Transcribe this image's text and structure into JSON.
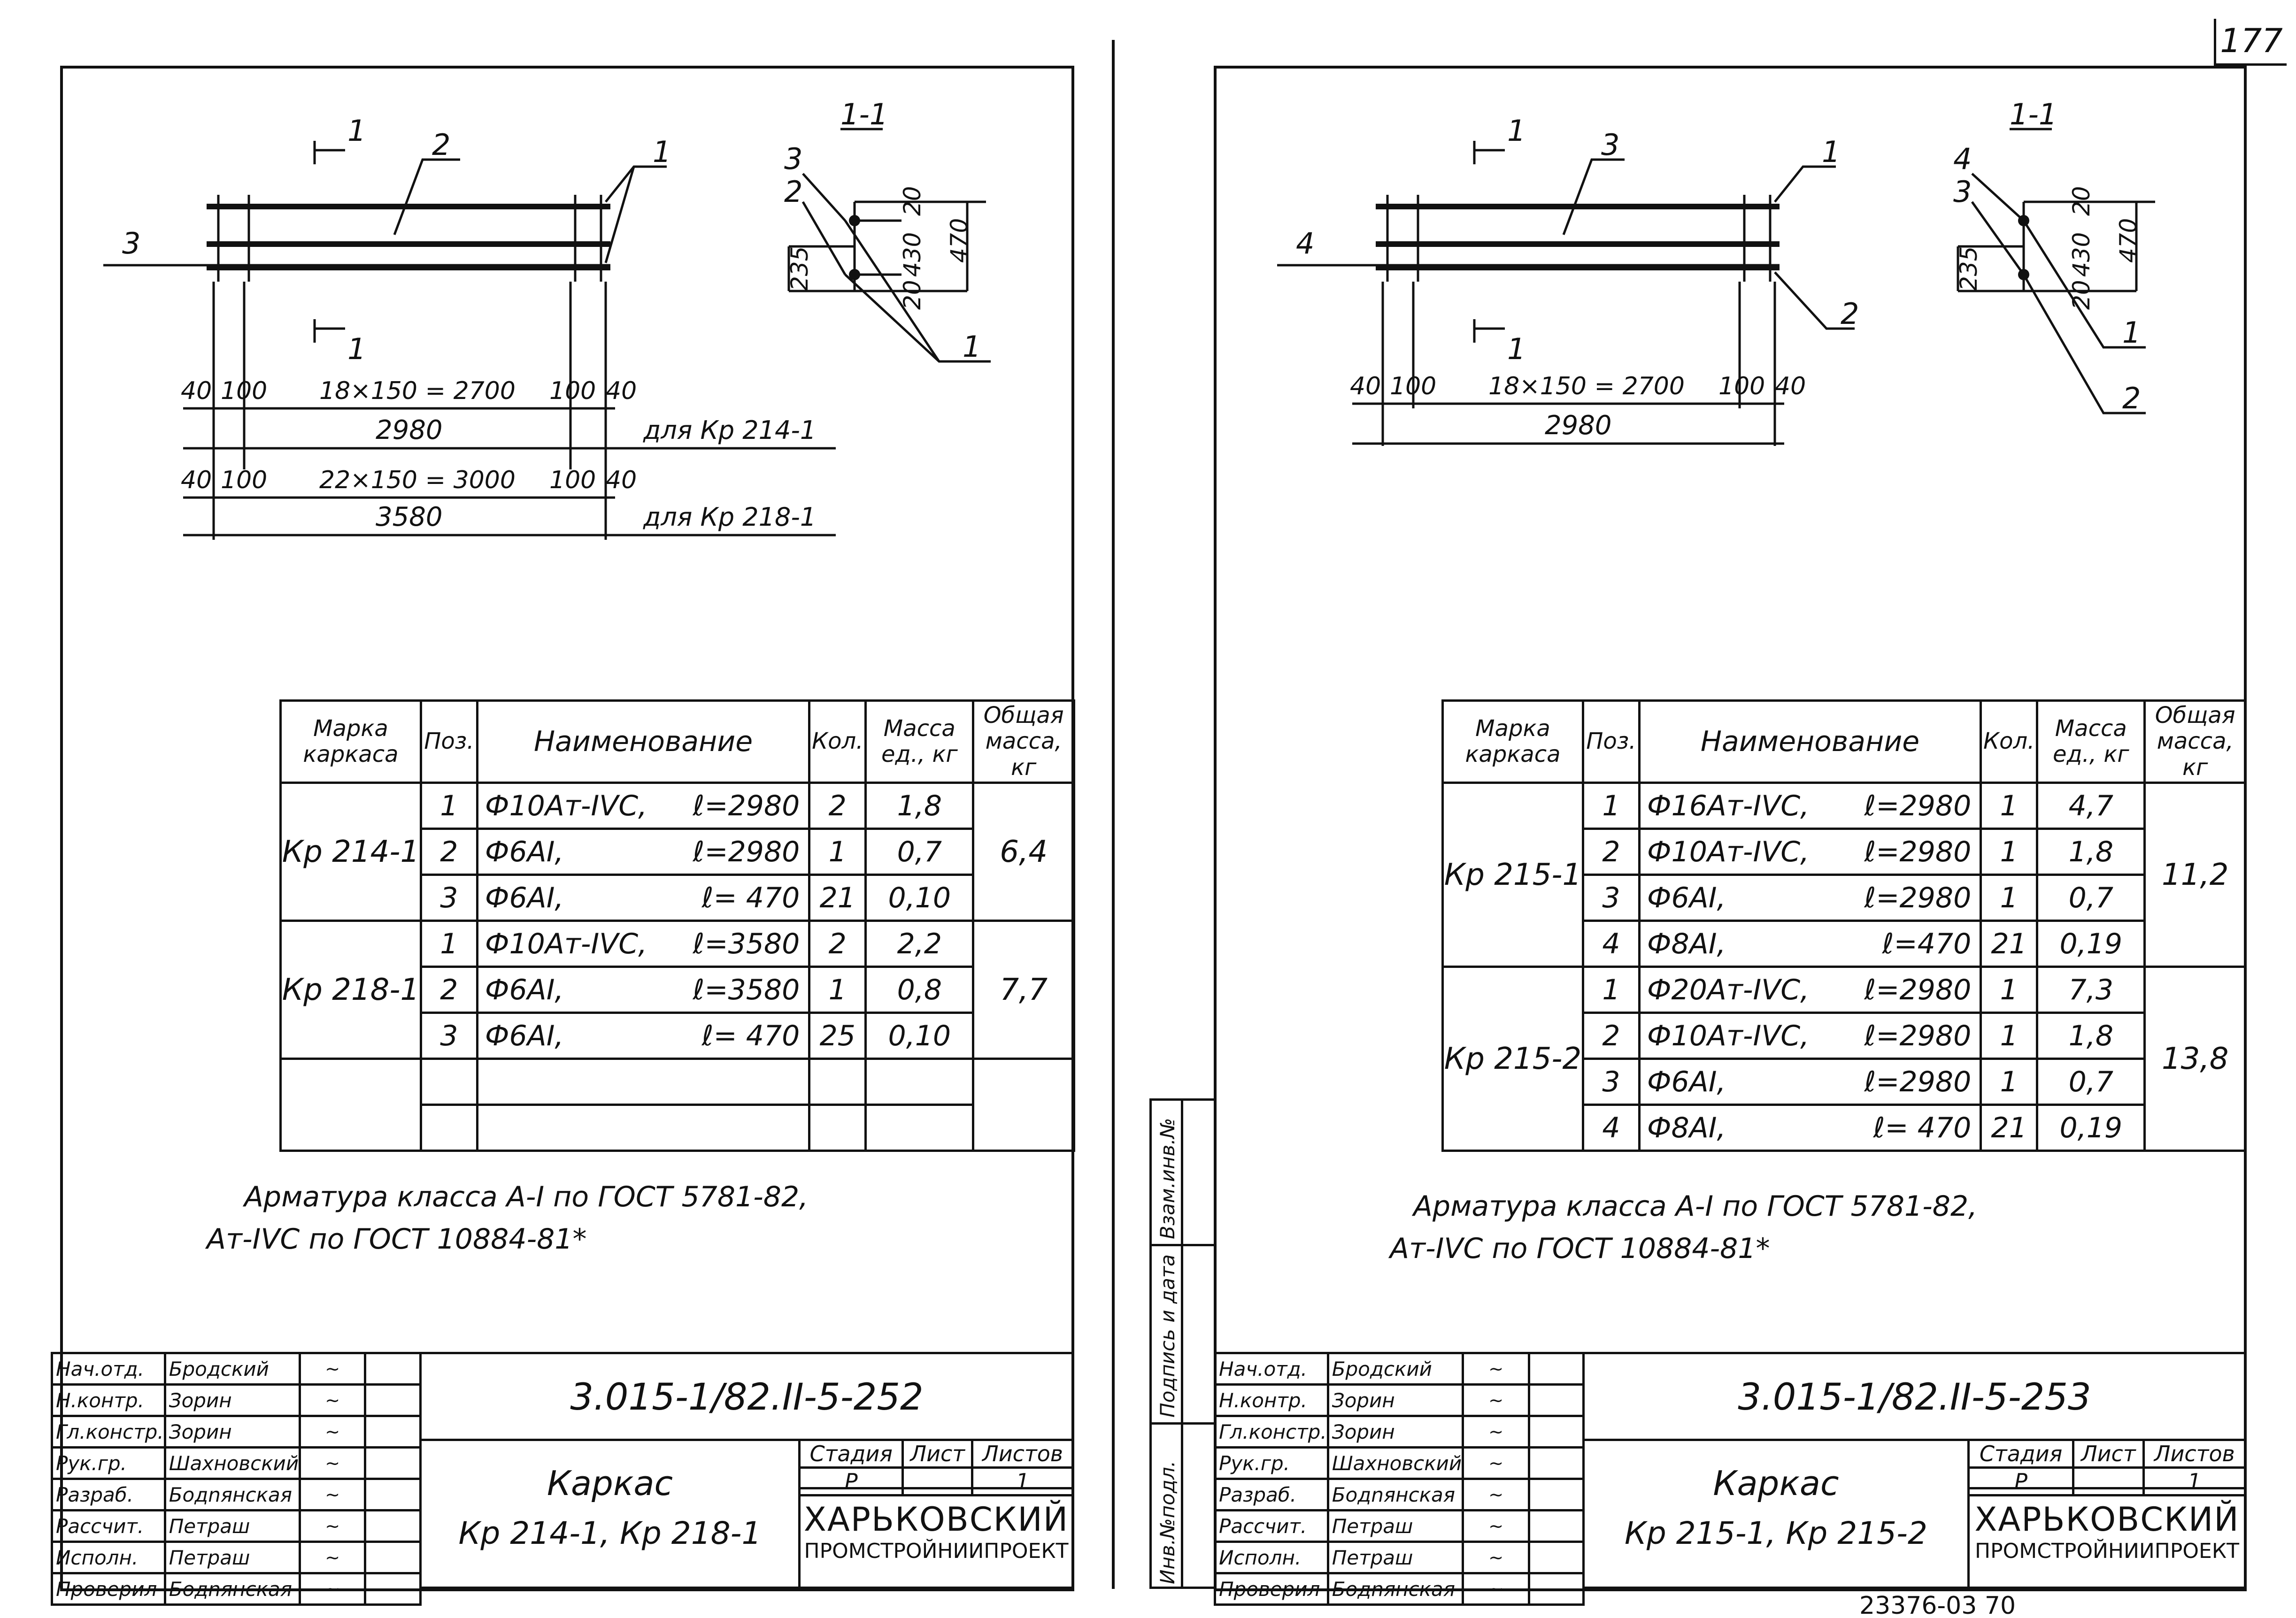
{
  "page_number": "177",
  "bottom_number": "23376-03  70",
  "side_labels": {
    "vzam": "Взам.инв.№",
    "podpis": "Подпись и дата",
    "inv": "Инв.№подл."
  },
  "sheets": [
    {
      "drawing": {
        "section_label_top": "1",
        "section_label_bottom": "1",
        "section_title": "1-1",
        "callouts": {
          "a": "2",
          "b": "1",
          "c": "3"
        },
        "section_callouts": {
          "a": "3",
          "b": "2",
          "c": "1"
        },
        "section_dims": {
          "a": "20",
          "b": "430",
          "c": "20",
          "d": "470",
          "e": "235"
        },
        "dim_row1": {
          "a": "40",
          "b": "100",
          "c": "18×150 = 2700",
          "d": "100",
          "e": "40"
        },
        "dim_row1_total": "2980",
        "dim_row1_note": "для Кр 214-1",
        "dim_row2": {
          "a": "40",
          "b": "100",
          "c": "22×150 = 3000",
          "d": "100",
          "e": "40"
        },
        "dim_row2_total": "3580",
        "dim_row2_note": "для Кр 218-1"
      },
      "table": {
        "headers": {
          "mark": "Марка каркаса",
          "pos": "Поз.",
          "name": "Наименование",
          "qty": "Кол.",
          "unit_mass": "Масса ед., кг",
          "total_mass": "Общая масса, кг"
        },
        "groups": [
          {
            "mark": "Кр 214-1",
            "total": "6,4",
            "rows": [
              {
                "pos": "1",
                "name": "Ф10Ат-IVС,",
                "len": "ℓ=2980",
                "qty": "2",
                "mass": "1,8"
              },
              {
                "pos": "2",
                "name": "Ф6АI,",
                "len": "ℓ=2980",
                "qty": "1",
                "mass": "0,7"
              },
              {
                "pos": "3",
                "name": "Ф6АI,",
                "len": "ℓ= 470",
                "qty": "21",
                "mass": "0,10"
              }
            ]
          },
          {
            "mark": "Кр 218-1",
            "total": "7,7",
            "rows": [
              {
                "pos": "1",
                "name": "Ф10Ат-IVС,",
                "len": "ℓ=3580",
                "qty": "2",
                "mass": "2,2"
              },
              {
                "pos": "2",
                "name": "Ф6АI,",
                "len": "ℓ=3580",
                "qty": "1",
                "mass": "0,8"
              },
              {
                "pos": "3",
                "name": "Ф6АI,",
                "len": "ℓ= 470",
                "qty": "25",
                "mass": "0,10"
              }
            ]
          }
        ]
      },
      "notes": [
        "Арматура класса А-I по ГОСТ 5781-82,",
        "Ат-IVС по ГОСТ 10884-81*"
      ],
      "stamp": {
        "roles": [
          {
            "role": "Нач.отд.",
            "name": "Бродский",
            "sig": "~"
          },
          {
            "role": "Н.контр.",
            "name": "Зорин",
            "sig": "~"
          },
          {
            "role": "Гл.констр.",
            "name": "Зорин",
            "sig": "~"
          },
          {
            "role": "Рук.гр.",
            "name": "Шахновский",
            "sig": "~"
          },
          {
            "role": "Разраб.",
            "name": "Бодnянская",
            "sig": "~"
          },
          {
            "role": "Рассчит.",
            "name": "Петраш",
            "sig": "~"
          },
          {
            "role": "Исполн.",
            "name": "Петраш",
            "sig": "~"
          },
          {
            "role": "Проверил",
            "name": "Бодnянская",
            "sig": "~"
          }
        ],
        "code": "3.015-1/82.II-5-252",
        "title": "Каркас",
        "subtitle": "Кр 214-1, Кр 218-1",
        "stage_label": "Стадия",
        "sheet_label": "Лист",
        "sheets_label": "Листов",
        "stage": "Р",
        "sheet": "",
        "sheets_count": "1",
        "org_line1": "ХАРЬКОВСКИЙ",
        "org_line2": "ПРОМСТРОЙНИИПРОЕКТ"
      }
    },
    {
      "drawing": {
        "section_label_top": "1",
        "section_label_bottom": "1",
        "section_title": "1-1",
        "callouts": {
          "a": "3",
          "b": "1",
          "c": "4",
          "d": "2"
        },
        "section_callouts": {
          "a": "4",
          "b": "3",
          "c": "1",
          "d": "2"
        },
        "section_dims": {
          "a": "20",
          "b": "430",
          "c": "20",
          "d": "470",
          "e": "235"
        },
        "dim_row1": {
          "a": "40",
          "b": "100",
          "c": "18×150 = 2700",
          "d": "100",
          "e": "40"
        },
        "dim_row1_total": "2980"
      },
      "table": {
        "headers": {
          "mark": "Марка каркаса",
          "pos": "Поз.",
          "name": "Наименование",
          "qty": "Кол.",
          "unit_mass": "Масса ед., кг",
          "total_mass": "Общая масса, кг"
        },
        "groups": [
          {
            "mark": "Кр 215-1",
            "total": "11,2",
            "rows": [
              {
                "pos": "1",
                "name": "Ф16Ат-IVС,",
                "len": "ℓ=2980",
                "qty": "1",
                "mass": "4,7"
              },
              {
                "pos": "2",
                "name": "Ф10Ат-IVС,",
                "len": "ℓ=2980",
                "qty": "1",
                "mass": "1,8"
              },
              {
                "pos": "3",
                "name": "Ф6АI,",
                "len": "ℓ=2980",
                "qty": "1",
                "mass": "0,7"
              },
              {
                "pos": "4",
                "name": "Ф8АI,",
                "len": "ℓ=470",
                "qty": "21",
                "mass": "0,19"
              }
            ]
          },
          {
            "mark": "Кр 215-2",
            "total": "13,8",
            "rows": [
              {
                "pos": "1",
                "name": "Ф20Ат-IVС,",
                "len": "ℓ=2980",
                "qty": "1",
                "mass": "7,3"
              },
              {
                "pos": "2",
                "name": "Ф10Ат-IVС,",
                "len": "ℓ=2980",
                "qty": "1",
                "mass": "1,8"
              },
              {
                "pos": "3",
                "name": "Ф6АI,",
                "len": "ℓ=2980",
                "qty": "1",
                "mass": "0,7"
              },
              {
                "pos": "4",
                "name": "Ф8АI,",
                "len": "ℓ= 470",
                "qty": "21",
                "mass": "0,19"
              }
            ]
          }
        ]
      },
      "notes": [
        "Арматура класса А-I по ГОСТ 5781-82,",
        "Ат-IVС по ГОСТ 10884-81*"
      ],
      "stamp": {
        "roles": [
          {
            "role": "Нач.отд.",
            "name": "Бродский",
            "sig": "~"
          },
          {
            "role": "Н.контр.",
            "name": "Зорин",
            "sig": "~"
          },
          {
            "role": "Гл.констр.",
            "name": "Зорин",
            "sig": "~"
          },
          {
            "role": "Рук.гр.",
            "name": "Шахновский",
            "sig": "~"
          },
          {
            "role": "Разраб.",
            "name": "Бодnянская",
            "sig": "~"
          },
          {
            "role": "Рассчит.",
            "name": "Петраш",
            "sig": "~"
          },
          {
            "role": "Исполн.",
            "name": "Петраш",
            "sig": "~"
          },
          {
            "role": "Проверил",
            "name": "Бодnянская",
            "sig": "~"
          }
        ],
        "code": "3.015-1/82.II-5-253",
        "title": "Каркас",
        "subtitle": "Кр 215-1, Кр 215-2",
        "stage_label": "Стадия",
        "sheet_label": "Лист",
        "sheets_label": "Листов",
        "stage": "Р",
        "sheet": "",
        "sheets_count": "1",
        "org_line1": "ХАРЬКОВСКИЙ",
        "org_line2": "ПРОМСТРОЙНИИПРОЕКТ"
      }
    }
  ]
}
